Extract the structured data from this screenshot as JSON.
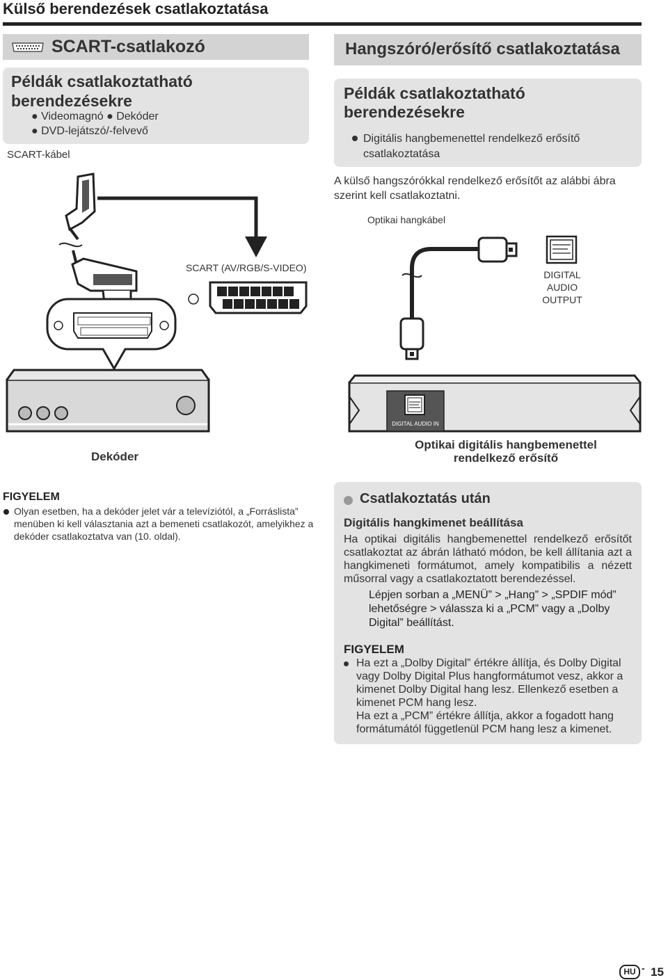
{
  "page": {
    "title": "Külső berendezések csatlakoztatása",
    "page_number": "15",
    "lang_badge": "HU",
    "dash": "-"
  },
  "left": {
    "section_title": "SCART-csatlakozó",
    "examples_heading": "Példák csatlakoztatható berendezésekre",
    "examples_line1": "● Videomagnó ● Dekóder",
    "examples_line2": "● DVD-lejátszó/-felvevő",
    "cable_label": "SCART-kábel",
    "port_label": "SCART (AV/RGB/S-VIDEO)",
    "device_label": "Dekóder"
  },
  "right": {
    "section_title": "Hangszóró/erősítő csatlakoztatása",
    "examples_heading": "Példák csatlakoztatható berendezésekre",
    "example_item": "Digitális hangbemenettel rendelkező erősítő csatlakoztatása",
    "description": "A külső hangszórókkal rendelkező erősítőt az alábbi ábra szerint kell csatlakoztatni.",
    "cable_label": "Optikai hangkábel",
    "output_line1": "DIGITAL",
    "output_line2": "AUDIO",
    "output_line3": "OUTPUT",
    "amp_port_label": "DIGITAL AUDIO IN",
    "device_line1": "Optikai digitális hangbemenettel",
    "device_line2": "rendelkező erősítő"
  },
  "note_left": {
    "heading": "FIGYELEM",
    "text": "Olyan esetben, ha a dekóder jelet vár a televíziótól, a „Forráslista” menüben ki kell választania azt a bemeneti csatlakozót, amelyikhez a dekóder csatlakoztatva van (10. oldal)."
  },
  "after": {
    "heading": "Csatlakoztatás után",
    "subheading": "Digitális hangkimenet beállítása",
    "paragraph": "Ha optikai digitális hangbemenettel rendelkező erősítőt csatlakoztat az ábrán látható módon, be kell állítania azt a hangkimeneti formátumot, amely kompatibilis a nézett műsorral vagy a csatlakoztatott berendezéssel.",
    "step": "Lépjen sorban a „MENÜ” > „Hang” > „SPDIF mód” lehetőségre > válassza ki a „PCM” vagy a „Dolby Digital” beállítást.",
    "note_heading": "FIGYELEM",
    "note_text1": "Ha ezt a „Dolby Digital” értékre állítja, és Dolby Digital vagy Dolby Digital Plus hangformátumot vesz, akkor a kimenet Dolby Digital hang lesz. Ellenkező esetben a kimenet PCM hang lesz.",
    "note_text2": "Ha ezt a „PCM” értékre állítja, akkor a fogadott hang formátumától függetlenül PCM hang lesz a kimenet."
  }
}
